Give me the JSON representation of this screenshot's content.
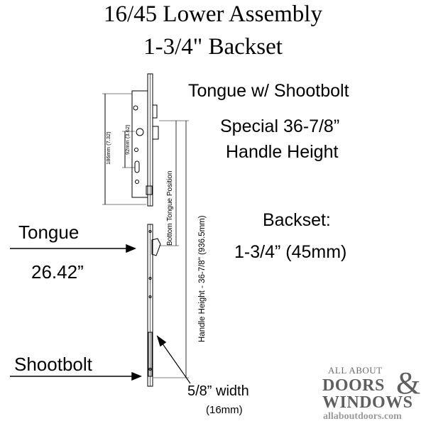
{
  "title": {
    "line1": "16/45 Lower Assembly",
    "line2": "1-3/4\" Backset"
  },
  "right_text": {
    "line1": "Tongue w/ Shootbolt",
    "line2": "Special 36-7/8”",
    "line3": "Handle Height",
    "backset_label": "Backset:",
    "backset_value": "1-3/4” (45mm)"
  },
  "callouts": {
    "tongue_label": "Tongue",
    "tongue_value": "26.42”",
    "shootbolt_label": "Shootbolt",
    "width_label": "5/8” width",
    "width_mm": "(16mm)"
  },
  "dimensions": {
    "gearbox_height": "186mm (7.32)",
    "backset_small": "92mm (3.62)",
    "bottom_tongue": "Bottom Tongue Position",
    "handle_height": "Handle Height - 36-7/8\" (936.5mm)"
  },
  "logo": {
    "top": "ALL ABOUT",
    "line1": "DOORS",
    "amp": "&",
    "line2": "WINDOWS",
    "url": "allaboutdoors.com"
  },
  "colors": {
    "ink": "#000000",
    "logo_gray": "#5f5f5f",
    "url_gray": "#9b9b9b"
  }
}
